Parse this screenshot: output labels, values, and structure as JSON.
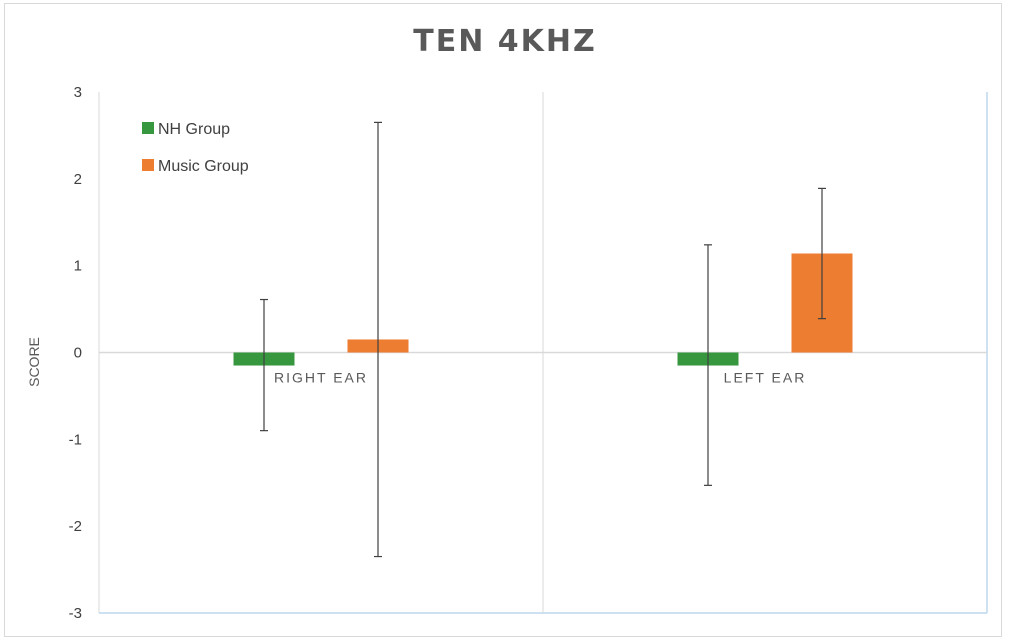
{
  "chart_data": {
    "type": "bar",
    "title": "TEN 4KHZ",
    "ylabel": "SCORE",
    "xlabel": "",
    "categories": [
      "RIGHT EAR",
      "LEFT EAR"
    ],
    "ylim": [
      -3,
      3
    ],
    "yticks": [
      -3,
      -2,
      -1,
      0,
      1,
      2,
      3
    ],
    "legend_position": "top-left",
    "series": [
      {
        "name": "NH Group",
        "color": "#37973f",
        "values": [
          -0.15,
          -0.15
        ],
        "err_low": [
          -0.9,
          -1.53
        ],
        "err_high": [
          0.61,
          1.24
        ]
      },
      {
        "name": "Music Group",
        "color": "#ed7d31",
        "values": [
          0.15,
          1.14
        ],
        "err_low": [
          -2.35,
          0.39
        ],
        "err_high": [
          2.65,
          1.89
        ]
      }
    ]
  }
}
